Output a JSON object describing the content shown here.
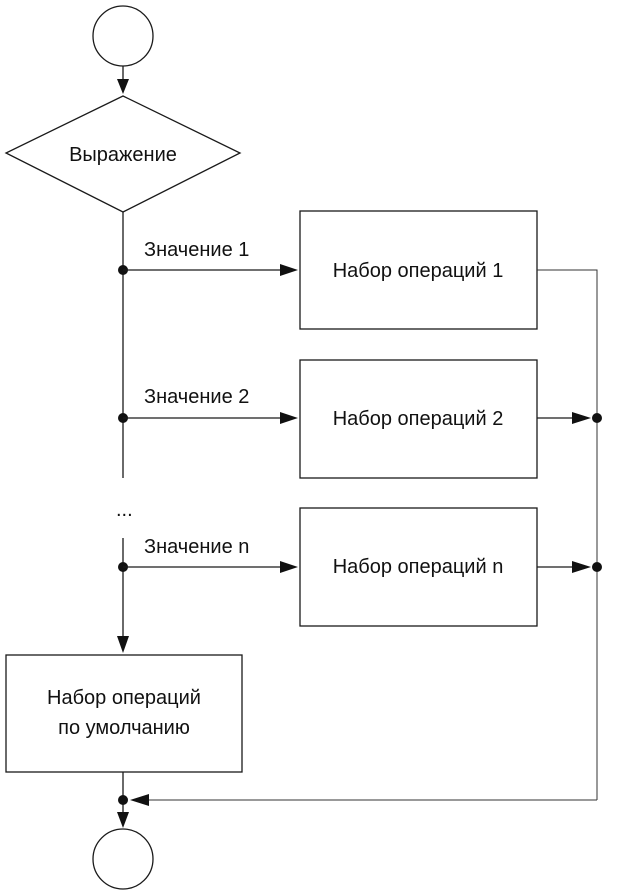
{
  "decision": {
    "label": "Выражение"
  },
  "branches": [
    {
      "value_label": "Значение 1",
      "ops_label": "Набор операций 1"
    },
    {
      "value_label": "Значение 2",
      "ops_label": "Набор операций 2"
    },
    {
      "value_label": "Значение n",
      "ops_label": "Набор операций n"
    }
  ],
  "ellipsis": "...",
  "default_block": {
    "line1": "Набор операций",
    "line2": "по умолчанию"
  }
}
